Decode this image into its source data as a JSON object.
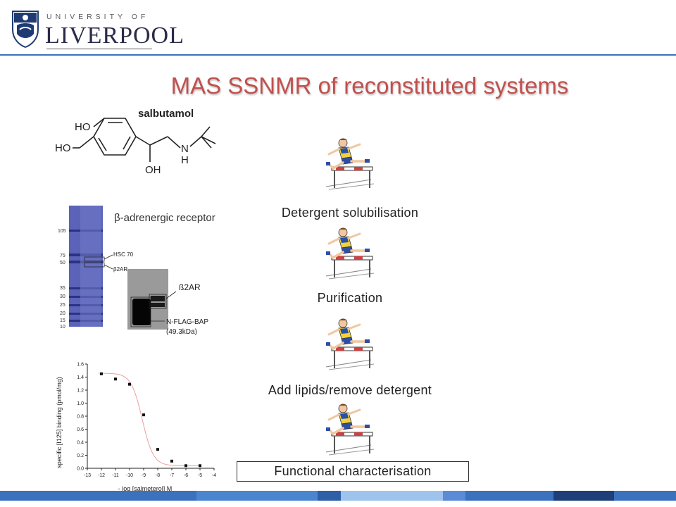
{
  "header": {
    "logo_top": "UNIVERSITY OF",
    "logo_main": "LIVERPOOL",
    "line_color": "#3b71bd"
  },
  "slide": {
    "title": "MAS SSNMR of reconstituted systems",
    "title_color": "#c0504d"
  },
  "structure": {
    "name": "salbutamol",
    "labels": [
      "HO",
      "HO",
      "OH",
      "N",
      "H"
    ]
  },
  "gel": {
    "caption": "β-adrenergic receptor",
    "ladder": [
      "105",
      "75",
      "50",
      "35",
      "30",
      "25",
      "20",
      "15",
      "10"
    ],
    "band_labels": [
      "HSC 70",
      "β2AR"
    ],
    "blot_labels": [
      "ß2AR",
      "N-FLAG-BAP",
      "(49.3kDa)"
    ]
  },
  "chart_data": {
    "type": "scatter",
    "xlabel": "- log [salmeterol] M",
    "ylabel": "specific [I125] binding (pmol/mg)",
    "xlim": [
      -13,
      -4
    ],
    "ylim": [
      0.0,
      1.6
    ],
    "x_ticks": [
      "-13",
      "-12",
      "-11",
      "-10",
      "-9",
      "-8",
      "-7",
      "-6",
      "-5",
      "-4"
    ],
    "y_ticks": [
      "0.0",
      "0.2",
      "0.4",
      "0.6",
      "0.8",
      "1.0",
      "1.2",
      "1.4",
      "1.6"
    ],
    "points": [
      {
        "x": -12,
        "y": 1.45
      },
      {
        "x": -11,
        "y": 1.37
      },
      {
        "x": -10,
        "y": 1.29
      },
      {
        "x": -9,
        "y": 0.82
      },
      {
        "x": -8,
        "y": 0.29
      },
      {
        "x": -7,
        "y": 0.11
      },
      {
        "x": -6,
        "y": 0.04
      },
      {
        "x": -5,
        "y": 0.04
      }
    ],
    "fit_color": "#e8a0a0"
  },
  "steps": [
    {
      "label": "Detergent solubilisation"
    },
    {
      "label": "Purification"
    },
    {
      "label": "Add lipids/remove detergent"
    },
    {
      "label": "Functional characterisation"
    }
  ],
  "footer": {
    "colors": [
      "#3b71bd",
      "#4a86d0",
      "#2f5fa6",
      "#9ec3ec",
      "#5b8ad6",
      "#3b71bd",
      "#1e3f7a",
      "#3b71bd"
    ]
  }
}
